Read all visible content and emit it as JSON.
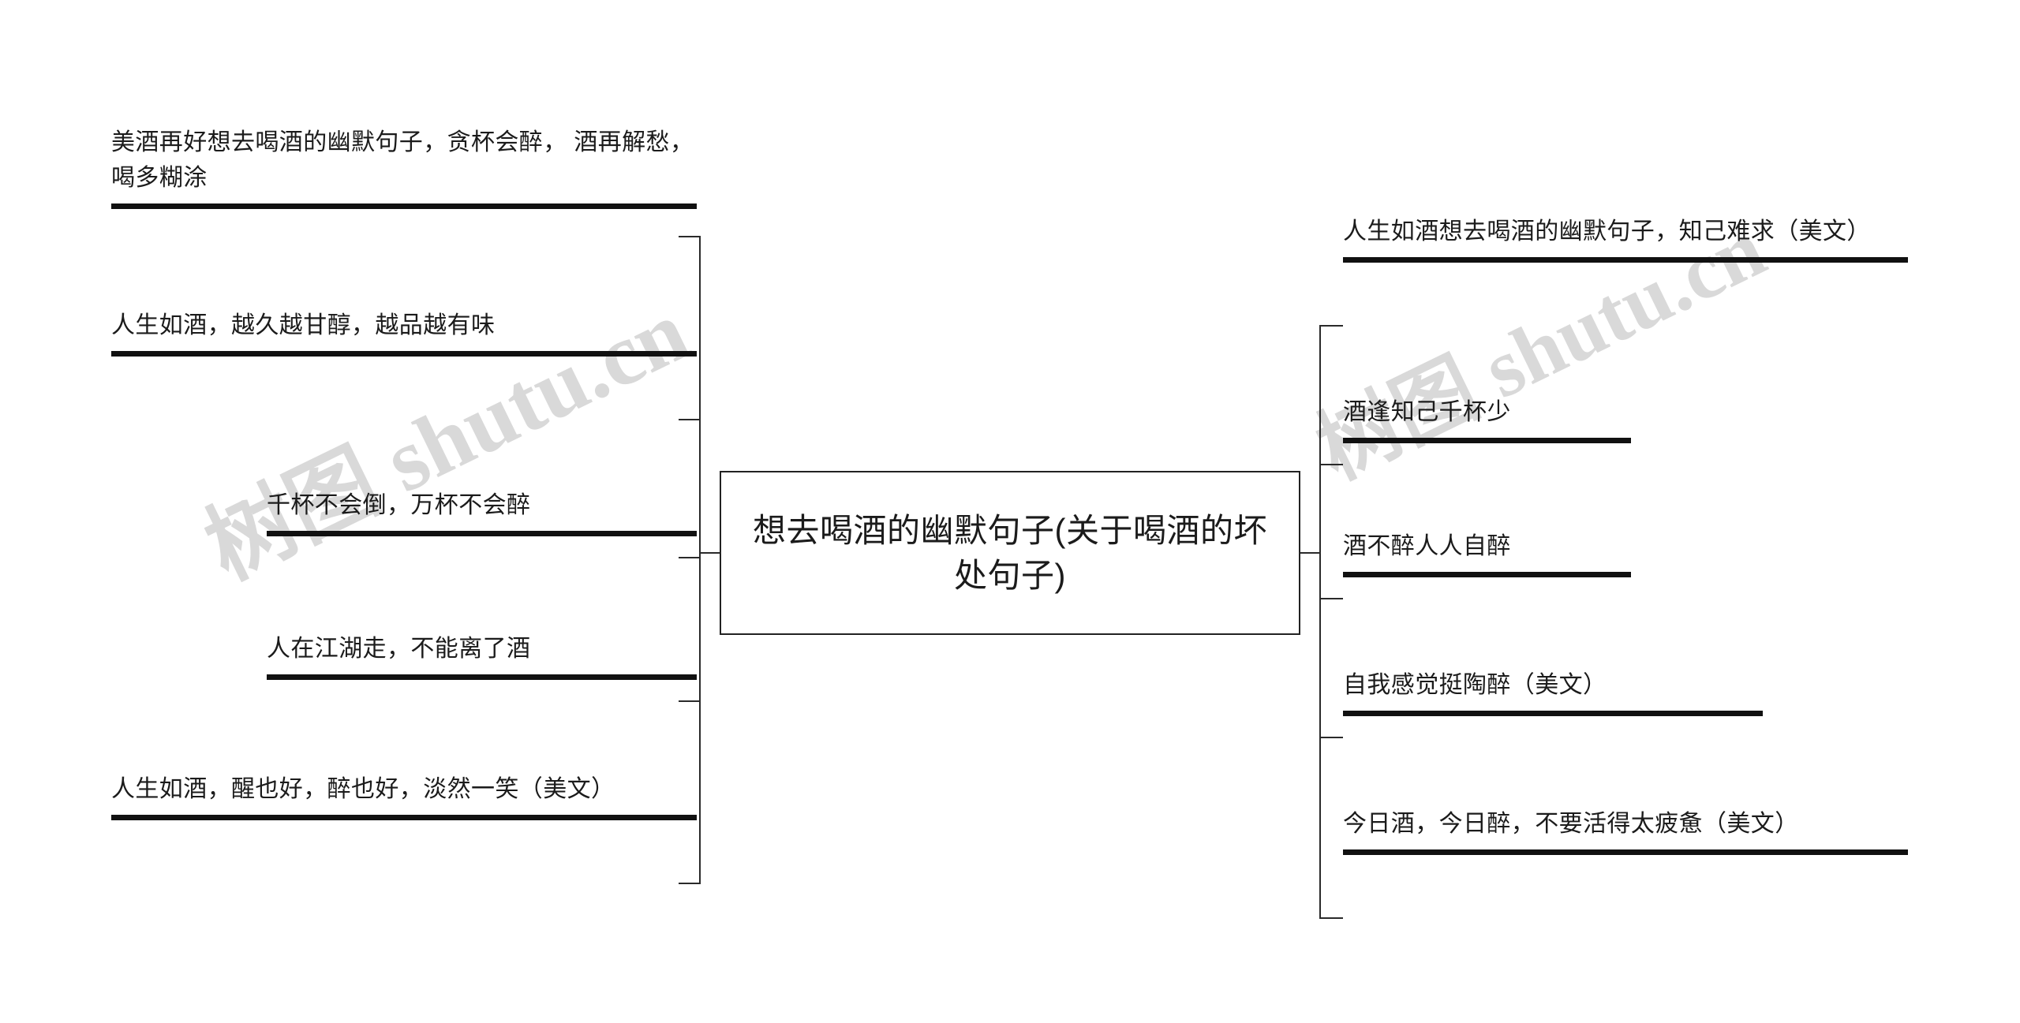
{
  "diagram": {
    "type": "mind-map",
    "central": {
      "label": "想去喝酒的幽默句子(关于喝酒的坏处句子)"
    },
    "watermark": {
      "text_a": "树图 shutu.cn",
      "text_b": "树图 shutu.cn",
      "color": "#d9d9d9"
    },
    "colors": {
      "rule": "#111111",
      "connector": "#2a2a2a",
      "node_border": "#222222",
      "text": "#1b1b1b",
      "background": "#ffffff"
    },
    "left_branches": [
      {
        "label": "美酒再好想去喝酒的幽默句子，贪杯会醉， 酒再解愁，喝多糊涂"
      },
      {
        "label": "人生如酒，越久越甘醇，越品越有味"
      },
      {
        "label": "千杯不会倒，万杯不会醉"
      },
      {
        "label": "人在江湖走，不能离了酒"
      },
      {
        "label": "人生如酒，醒也好，醉也好，淡然一笑（美文）"
      }
    ],
    "right_branches": [
      {
        "label": "人生如酒想去喝酒的幽默句子，知己难求（美文）"
      },
      {
        "label": "酒逢知己千杯少"
      },
      {
        "label": "酒不醉人人自醉"
      },
      {
        "label": "自我感觉挺陶醉（美文）"
      },
      {
        "label": "今日酒，今日醉，不要活得太疲惫（美文）"
      }
    ]
  }
}
